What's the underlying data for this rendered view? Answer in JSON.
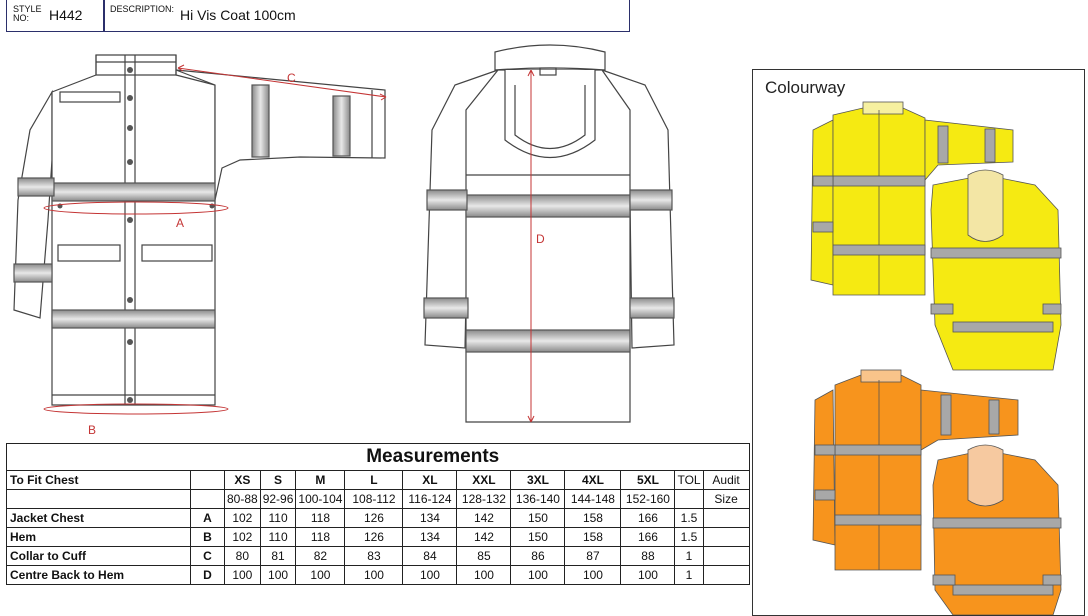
{
  "header": {
    "style_label_line1": "STYLE",
    "style_label_line2": "NO:",
    "style_no": "H442",
    "description_label": "DESCRIPTION:",
    "description": "Hi Vis Coat 100cm"
  },
  "diagram": {
    "dim_a": "A",
    "dim_b": "B",
    "dim_c": "C",
    "dim_d": "D"
  },
  "measurements": {
    "title": "Measurements",
    "fit_chest_label": "To Fit Chest",
    "sizes": [
      "XS",
      "S",
      "M",
      "L",
      "XL",
      "XXL",
      "3XL",
      "4XL",
      "5XL"
    ],
    "chest_ranges": [
      "80-88",
      "92-96",
      "100-104",
      "108-112",
      "116-124",
      "128-132",
      "136-140",
      "144-148",
      "152-160"
    ],
    "tol_label": "TOL",
    "audit_label_1": "Audit",
    "audit_label_2": "Size",
    "rows": [
      {
        "label": "Jacket Chest",
        "code": "A",
        "values": [
          "102",
          "110",
          "118",
          "126",
          "134",
          "142",
          "150",
          "158",
          "166"
        ],
        "tol": "1.5"
      },
      {
        "label": "Hem",
        "code": "B",
        "values": [
          "102",
          "110",
          "118",
          "126",
          "134",
          "142",
          "150",
          "158",
          "166"
        ],
        "tol": "1.5"
      },
      {
        "label": "Collar to Cuff",
        "code": "C",
        "values": [
          "80",
          "81",
          "82",
          "83",
          "84",
          "85",
          "86",
          "87",
          "88"
        ],
        "tol": "1"
      },
      {
        "label": "Centre Back to Hem",
        "code": "D",
        "values": [
          "100",
          "100",
          "100",
          "100",
          "100",
          "100",
          "100",
          "100",
          "100"
        ],
        "tol": "1"
      }
    ]
  },
  "colourway": {
    "title": "Colourway",
    "colours": {
      "yellow": "#f5ea12",
      "orange": "#f7941d",
      "reflective": "#9a9a9a",
      "line": "#8b1a2b"
    }
  }
}
